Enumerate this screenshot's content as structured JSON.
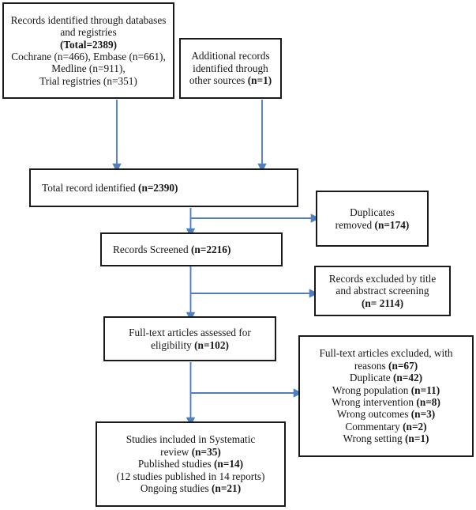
{
  "diagram": {
    "type": "prisma-flow-diagram",
    "accent_color": "#4f7fbf",
    "border_color": "#1a1a1a",
    "background_color": "#ffffff",
    "boxes": {
      "databases": {
        "name": "records-identified-databases",
        "lines": [
          {
            "text": "Records identified through databases",
            "bold": false
          },
          {
            "text": "and registries",
            "bold": false
          },
          {
            "text": "(Total=2389)",
            "bold": true
          },
          {
            "text": "Cochrane (n=466), Embase (n=661),",
            "bold": false
          },
          {
            "text": "Medline (n=911),",
            "bold": false
          },
          {
            "text": "Trial registries (n=351)",
            "bold": false
          }
        ]
      },
      "additional": {
        "name": "additional-records-other-sources",
        "lines": [
          {
            "text": "Additional records",
            "bold": false
          },
          {
            "text": "identified through",
            "bold": false
          },
          {
            "text": "other sources ",
            "bold_suffix": "(n=1)"
          }
        ]
      },
      "total_identified": {
        "name": "total-record-identified",
        "lines": [
          {
            "text": "Total record identified  ",
            "bold_suffix": "(n=2390)"
          }
        ]
      },
      "duplicates": {
        "name": "duplicates-removed",
        "lines": [
          {
            "text": "Duplicates",
            "bold": false
          },
          {
            "text": "removed ",
            "bold_suffix": "(n=174)"
          }
        ]
      },
      "screened": {
        "name": "records-screened",
        "lines": [
          {
            "text": "Records Screened ",
            "bold_suffix": "(n=2216)"
          }
        ]
      },
      "excluded_title_abstract": {
        "name": "records-excluded-title-abstract",
        "lines": [
          {
            "text": "Records excluded by title",
            "bold": false
          },
          {
            "text": "and abstract screening",
            "bold": false
          },
          {
            "text": "",
            "bold_suffix": "(n= 2114)"
          }
        ]
      },
      "fulltext_assessed": {
        "name": "fulltext-articles-assessed",
        "lines": [
          {
            "text": "Full-text articles assessed for",
            "bold": false
          },
          {
            "text": "eligibility ",
            "bold_suffix": "(n=102)"
          }
        ]
      },
      "fulltext_excluded": {
        "name": "fulltext-articles-excluded-reasons",
        "lines": [
          {
            "text": "Full-text articles excluded, with",
            "bold": false
          },
          {
            "text": "reasons ",
            "bold_suffix": "(n=67)"
          },
          {
            "text": "Duplicate ",
            "bold_suffix": "(n=42)"
          },
          {
            "text": "Wrong population ",
            "bold_suffix": "(n=11)"
          },
          {
            "text": "Wrong intervention ",
            "bold_suffix": "(n=8)"
          },
          {
            "text": "Wrong outcomes ",
            "bold_suffix": "(n=3)"
          },
          {
            "text": "Commentary ",
            "bold_suffix": "(n=2)"
          },
          {
            "text": "Wrong setting ",
            "bold_suffix": "(n=1)"
          }
        ]
      },
      "included": {
        "name": "studies-included-systematic-review",
        "lines": [
          {
            "text": "Studies included in Systematic",
            "bold": false
          },
          {
            "text": "review ",
            "bold_suffix": "(n=35)"
          },
          {
            "text": "Published studies ",
            "bold_suffix": "(n=14)"
          },
          {
            "text": "(12 studies published in 14 reports)",
            "bold": false
          },
          {
            "text": "Ongoing studies ",
            "bold_suffix": "(n=21)"
          }
        ]
      }
    },
    "flow_numbers": {
      "total_from_databases": 2389,
      "cochrane": 466,
      "embase": 661,
      "medline": 911,
      "trial_registries": 351,
      "additional_other_sources": 1,
      "total_identified": 2390,
      "duplicates_removed": 174,
      "records_screened": 2216,
      "excluded_title_abstract": 2114,
      "fulltext_assessed": 102,
      "fulltext_excluded": 67,
      "excluded_duplicate": 42,
      "excluded_wrong_population": 11,
      "excluded_wrong_intervention": 8,
      "excluded_wrong_outcomes": 3,
      "excluded_commentary": 2,
      "excluded_wrong_setting": 1,
      "included_total": 35,
      "published_studies": 14,
      "ongoing_studies": 21
    }
  }
}
